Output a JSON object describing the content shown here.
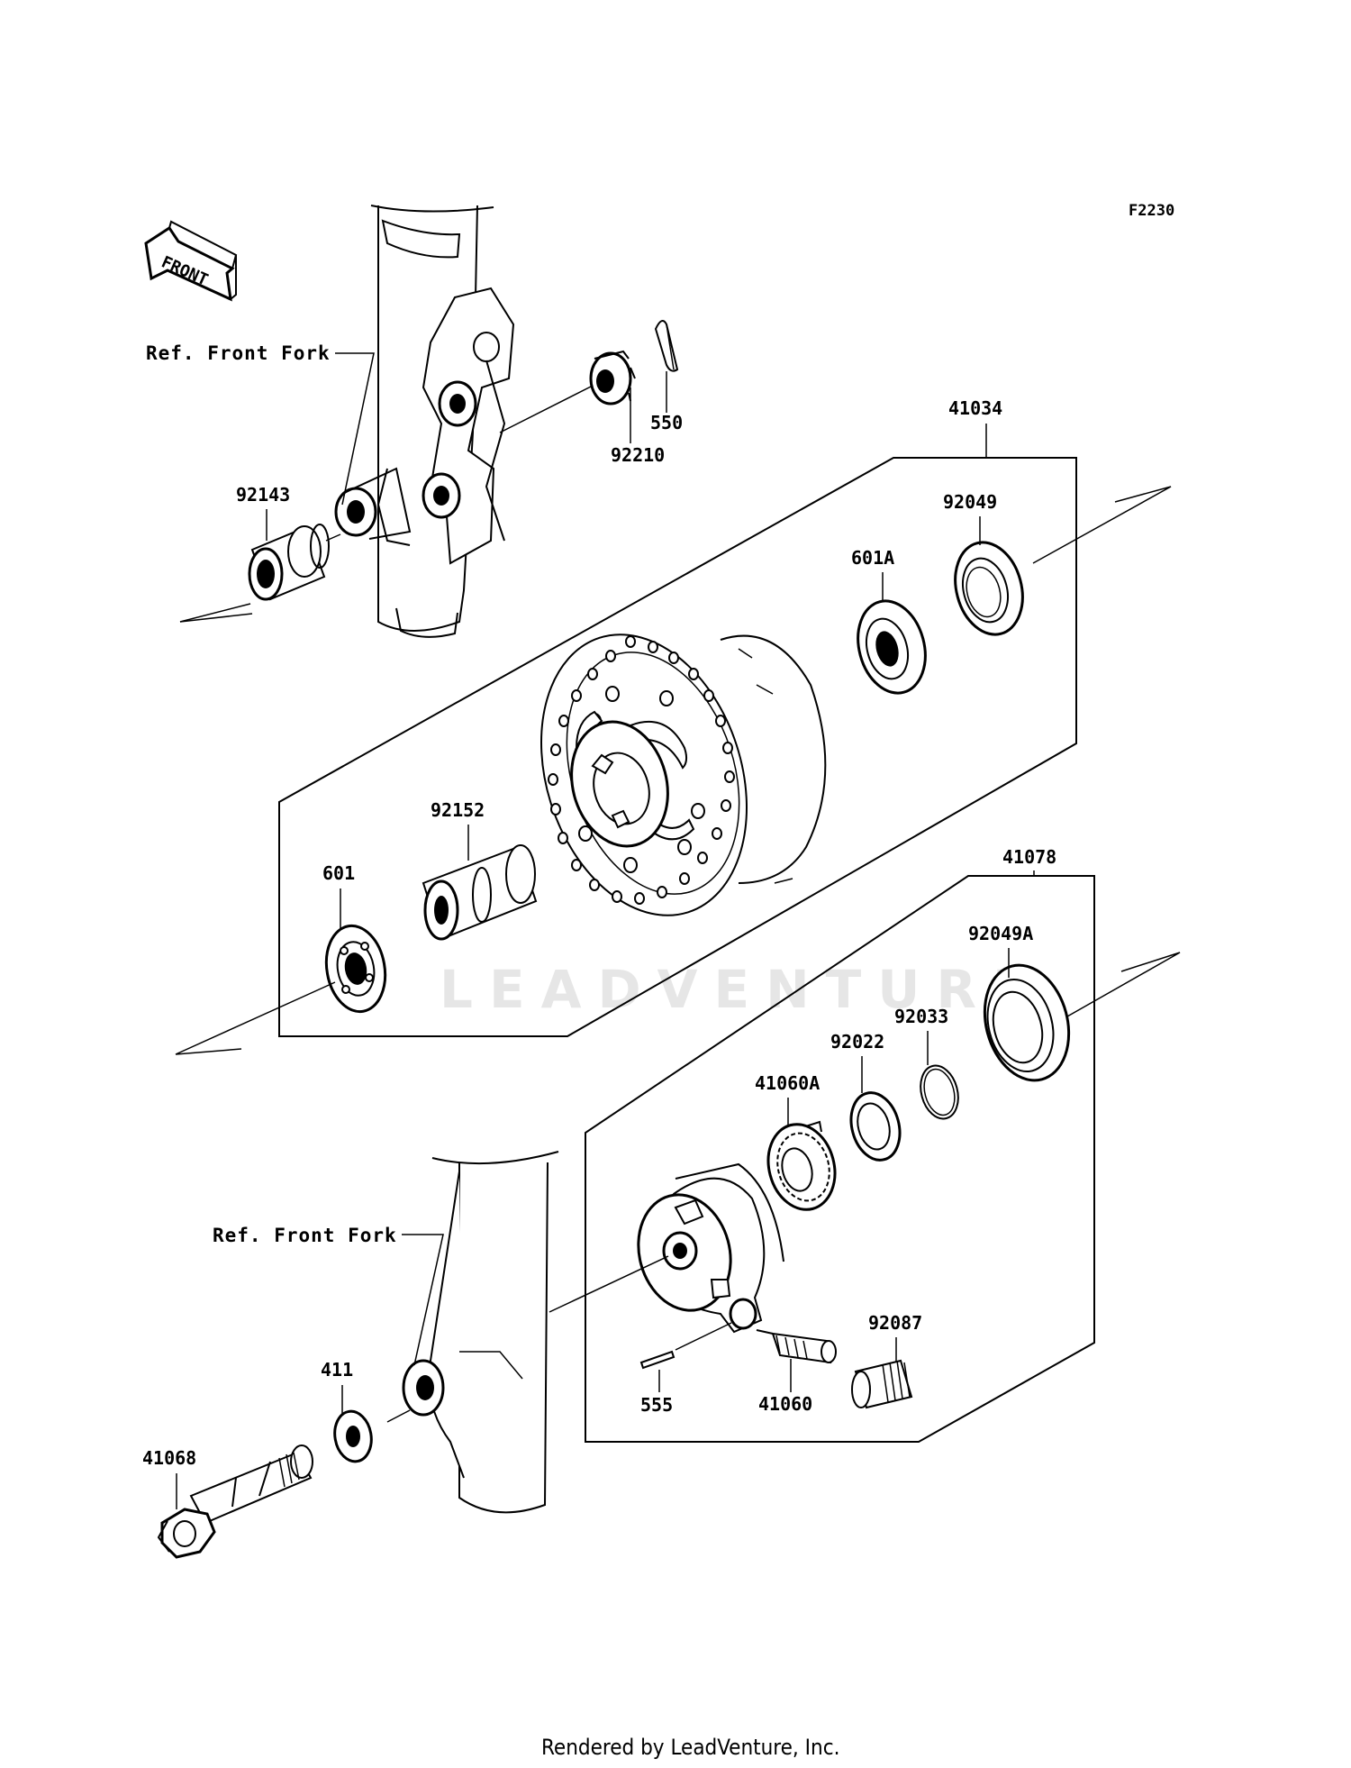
{
  "diagram": {
    "code": "F2230",
    "front_arrow_text": "FRONT",
    "watermark": "LEADVENTURE",
    "footer": "Rendered by LeadVenture, Inc.",
    "refs": {
      "upper_fork": "Ref. Front Fork",
      "lower_fork": "Ref. Front Fork"
    },
    "parts": {
      "p41034": "41034",
      "p92049": "92049",
      "p601A": "601A",
      "p92210": "92210",
      "p550": "550",
      "p92143": "92143",
      "p92152": "92152",
      "p601": "601",
      "p41078": "41078",
      "p92049A": "92049A",
      "p92033": "92033",
      "p92022": "92022",
      "p41060A": "41060A",
      "p92087": "92087",
      "p411": "411",
      "p41068": "41068",
      "p555": "555",
      "p41060": "41060"
    }
  }
}
